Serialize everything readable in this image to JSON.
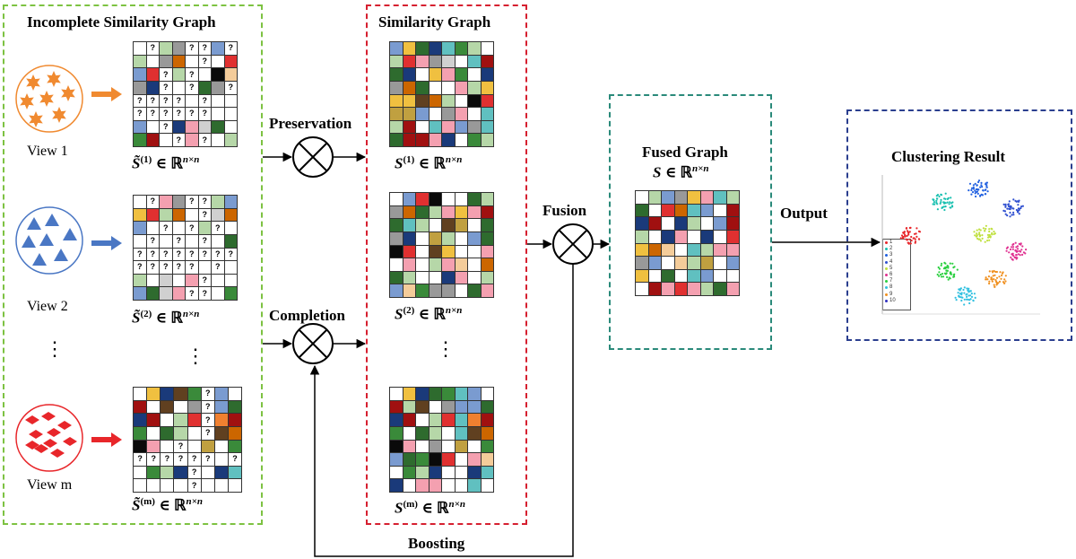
{
  "panels": {
    "incomplete_title": "Incomplete Similarity Graph",
    "similarity_title": "Similarity Graph",
    "fused_title": "Fused Graph",
    "clustering_title": "Clustering Result"
  },
  "views": {
    "view1": "View 1",
    "view2": "View 2",
    "viewm": "View m",
    "vdots": "⋮"
  },
  "operations": {
    "preservation": "Preservation",
    "completion": "Completion",
    "fusion": "Fusion",
    "boosting": "Boosting",
    "output": "Output"
  },
  "math": {
    "s1_tilde": {
      "base": "S̃",
      "sup": "(1)",
      "rest": " ∈ ℝ",
      "exp": "n×n"
    },
    "s2_tilde": {
      "base": "S̃",
      "sup": "(2)",
      "rest": " ∈ ℝ",
      "exp": "n×n"
    },
    "sm_tilde": {
      "base": "S̃",
      "sup": "(m)",
      "rest": " ∈ ℝ",
      "exp": "n×n"
    },
    "s1": {
      "base": "S",
      "sup": "(1)",
      "rest": " ∈ ℝ",
      "exp": "n×n"
    },
    "s2": {
      "base": "S",
      "sup": "(2)",
      "rest": " ∈ ℝ",
      "exp": "n×n"
    },
    "sm": {
      "base": "S",
      "sup": "(m)",
      "rest": " ∈ ℝ",
      "exp": "n×n"
    },
    "fused": {
      "base": "S",
      "sup": "",
      "rest": " ∈ ℝ",
      "exp": "n×n"
    }
  },
  "legend": [
    "1",
    "2",
    "3",
    "4",
    "5",
    "6",
    "7",
    "8",
    "9",
    "10"
  ],
  "colors": {
    "incomplete_border": "#7dc242",
    "similarity_border": "#d62030",
    "fused_border": "#2a8a7a",
    "clustering_border": "#2b3f8f",
    "view1": "#f08a30",
    "view2": "#4a77c4",
    "viewm": "#e8262a",
    "clusters": [
      "#e8262a",
      "#18c0b0",
      "#2060e0",
      "#3050d0",
      "#c0e040",
      "#e03090",
      "#2bd040",
      "#30c0e0",
      "#f09020",
      "#3030c0"
    ]
  },
  "palette": [
    "#ffffff",
    "#b6d7a8",
    "#999999",
    "#cc6600",
    "#2e6b2e",
    "#e03030",
    "#a01010",
    "#7a9bd0",
    "#f0c040",
    "#0a0a0a",
    "#604020",
    "#60c0c0",
    "#f4a0b0",
    "#f4cc9a",
    "#1a3a7a",
    "#d0d0d0",
    "#c0a040",
    "#3a8a3a",
    "#5a4a9a",
    "#f08030"
  ],
  "grids": {
    "inc1": [
      [
        0,
        "?",
        1,
        2,
        "?",
        "?",
        7,
        "?"
      ],
      [
        1,
        0,
        2,
        3,
        0,
        "?",
        0,
        5
      ],
      [
        7,
        5,
        "?",
        1,
        "?",
        0,
        9,
        13
      ],
      [
        2,
        14,
        "?",
        0,
        "?",
        4,
        2,
        "?"
      ],
      [
        "?",
        "?",
        "?",
        "?",
        0,
        "?",
        0,
        0
      ],
      [
        "?",
        "?",
        "?",
        "?",
        "?",
        "?",
        0,
        0
      ],
      [
        7,
        0,
        "?",
        14,
        12,
        15,
        4,
        0
      ],
      [
        17,
        6,
        0,
        "?",
        12,
        "?",
        0,
        1
      ]
    ],
    "inc2": [
      [
        0,
        "?",
        12,
        2,
        "?",
        "?",
        1,
        7
      ],
      [
        8,
        5,
        1,
        3,
        0,
        "?",
        15,
        3
      ],
      [
        7,
        0,
        "?",
        0,
        "?",
        1,
        "?",
        0
      ],
      [
        0,
        "?",
        0,
        "?",
        0,
        "?",
        0,
        4
      ],
      [
        "?",
        "?",
        "?",
        "?",
        "?",
        "?",
        "?",
        "?"
      ],
      [
        "?",
        "?",
        "?",
        "?",
        "?",
        0,
        "?",
        0
      ],
      [
        1,
        0,
        15,
        0,
        12,
        "?",
        0,
        0
      ],
      [
        7,
        4,
        15,
        12,
        "?",
        "?",
        0,
        17
      ]
    ],
    "incm": [
      [
        0,
        8,
        14,
        10,
        17,
        "?",
        7,
        0
      ],
      [
        6,
        0,
        10,
        0,
        2,
        "?",
        7,
        4
      ],
      [
        14,
        6,
        0,
        1,
        5,
        "?",
        19,
        6
      ],
      [
        17,
        0,
        4,
        1,
        0,
        "?",
        10,
        3
      ],
      [
        9,
        12,
        0,
        "?",
        0,
        16,
        0,
        17
      ],
      [
        "?",
        "?",
        "?",
        "?",
        "?",
        "?",
        0,
        "?"
      ],
      [
        0,
        17,
        1,
        14,
        "?",
        0,
        14,
        11
      ],
      [
        0,
        0,
        0,
        0,
        "?",
        0,
        0,
        0
      ]
    ],
    "sim1": [
      [
        7,
        8,
        4,
        14,
        11,
        17,
        1,
        0
      ],
      [
        1,
        5,
        12,
        2,
        15,
        0,
        11,
        6
      ],
      [
        4,
        14,
        0,
        8,
        12,
        17,
        0,
        14
      ],
      [
        2,
        3,
        4,
        0,
        0,
        12,
        1,
        8
      ],
      [
        8,
        8,
        10,
        3,
        1,
        0,
        9,
        5
      ],
      [
        16,
        16,
        7,
        0,
        2,
        12,
        0,
        11
      ],
      [
        1,
        6,
        0,
        11,
        12,
        7,
        2,
        11
      ],
      [
        4,
        6,
        6,
        12,
        14,
        0,
        17,
        1
      ]
    ],
    "sim2": [
      [
        0,
        7,
        5,
        9,
        0,
        0,
        4,
        1
      ],
      [
        2,
        3,
        4,
        1,
        12,
        8,
        12,
        6
      ],
      [
        4,
        11,
        1,
        0,
        10,
        16,
        0,
        4
      ],
      [
        2,
        14,
        0,
        16,
        1,
        0,
        7,
        4
      ],
      [
        9,
        5,
        0,
        10,
        8,
        0,
        0,
        12
      ],
      [
        0,
        12,
        0,
        1,
        12,
        13,
        0,
        3
      ],
      [
        4,
        1,
        0,
        0,
        14,
        12,
        0,
        1
      ],
      [
        7,
        13,
        17,
        2,
        2,
        0,
        4,
        12
      ]
    ],
    "simm": [
      [
        0,
        8,
        14,
        4,
        17,
        11,
        7,
        0
      ],
      [
        6,
        1,
        10,
        0,
        2,
        7,
        7,
        4
      ],
      [
        14,
        6,
        0,
        1,
        5,
        11,
        19,
        6
      ],
      [
        17,
        0,
        4,
        1,
        0,
        11,
        10,
        3
      ],
      [
        9,
        12,
        0,
        2,
        0,
        16,
        0,
        17
      ],
      [
        7,
        4,
        17,
        9,
        5,
        0,
        12,
        13
      ],
      [
        0,
        17,
        1,
        14,
        0,
        0,
        14,
        11
      ],
      [
        14,
        0,
        12,
        12,
        0,
        0,
        11,
        0
      ]
    ],
    "fused": [
      [
        0,
        1,
        7,
        2,
        8,
        12,
        11,
        1
      ],
      [
        4,
        0,
        5,
        3,
        11,
        7,
        0,
        6
      ],
      [
        14,
        6,
        0,
        14,
        1,
        0,
        7,
        6
      ],
      [
        1,
        0,
        14,
        12,
        0,
        14,
        0,
        5
      ],
      [
        8,
        3,
        13,
        0,
        11,
        1,
        12,
        12
      ],
      [
        2,
        7,
        0,
        13,
        1,
        16,
        0,
        7
      ],
      [
        8,
        0,
        4,
        0,
        11,
        7,
        0,
        0
      ],
      [
        0,
        6,
        12,
        5,
        12,
        1,
        4,
        12
      ]
    ]
  }
}
